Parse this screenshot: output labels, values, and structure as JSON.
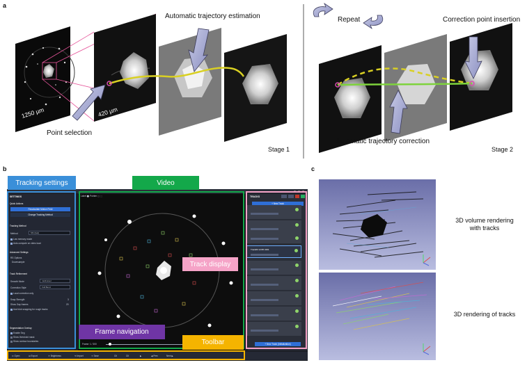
{
  "panel_a": {
    "letter": "a",
    "scalebar_large": "1250 µm",
    "scalebar_small": "420 µm",
    "label_auto_estimation": "Automatic trajectory estimation",
    "label_point_selection": "Point selection",
    "label_stage1": "Stage 1",
    "label_repeat": "Repeat",
    "label_correction_insertion": "Correction point insertion",
    "label_auto_correction": "Automatic trajectory correction",
    "label_stage2": "Stage 2"
  },
  "panel_b": {
    "letter": "b",
    "tag_tracking_settings": "Tracking settings",
    "tag_video": "Video",
    "tag_track_display": "Track display",
    "tag_frame_navigation": "Frame navigation",
    "tag_toolbar": "Toolbar",
    "colors": {
      "tracking_settings": "#3a8fd9",
      "video": "#13a84a",
      "track_display": "#f5a3c7",
      "frame_navigation": "#6f35a5",
      "toolbar": "#f5b400"
    },
    "app": {
      "settings_header": "SETTINGS",
      "quick_actions": "Quick Actions",
      "btn_recalculate": "Recalculate Motion Field",
      "btn_change_method": "Change Tracking Method",
      "tracking_method": "Tracking Method",
      "method_label": "Method",
      "method_value": "MS (fast)",
      "opt_low_memory": "Low memory mode",
      "opt_auto_compute": "Auto-compute on video load",
      "advanced_settings": "Advanced Settings",
      "adv_sub": "RS Options",
      "adv_value": "Downsample",
      "track_refinement": "Track Refinement",
      "smooth_mode": "Smooth Mode",
      "smooth_value": "multi-level",
      "correction_style": "Correction Style",
      "correction_value": "Full Bend",
      "local_correction": "Local correction only",
      "snap_strength": "Snap Strength",
      "snap_value": "3",
      "show_gap_frames": "Show Gap frames",
      "gap_value": "20",
      "use_blob": "Use blob snapping for rough tracks",
      "seg_overlay": "Segmentation Overlay",
      "enable_seg": "Enable Seg",
      "show_threshold": "Show threshold mask",
      "show_contour": "Show contour boundaries",
      "video_toolbar": "Label   ⬤ Pointer   ▢   ⬚",
      "tracks_header": "TRACKS",
      "btn_new_track": "+ New Track",
      "btn_new_track_bottom": "+ New Track (Initialization)",
      "selected_track": "Track#3  12/35  3291",
      "frame_label": "Frame:  1 / 300",
      "toolbar_items": [
        "⊙ Open",
        "⊞ Export",
        "☀ Brightness",
        "⟲ Import",
        "✦ Save",
        "Ctl",
        "Ctl",
        "▶",
        "◀ Prev",
        "Next ▶"
      ]
    }
  },
  "panel_c": {
    "letter": "c",
    "label_volume": "3D volume rendering\nwith tracks",
    "label_tracks": "3D rendering of tracks"
  }
}
